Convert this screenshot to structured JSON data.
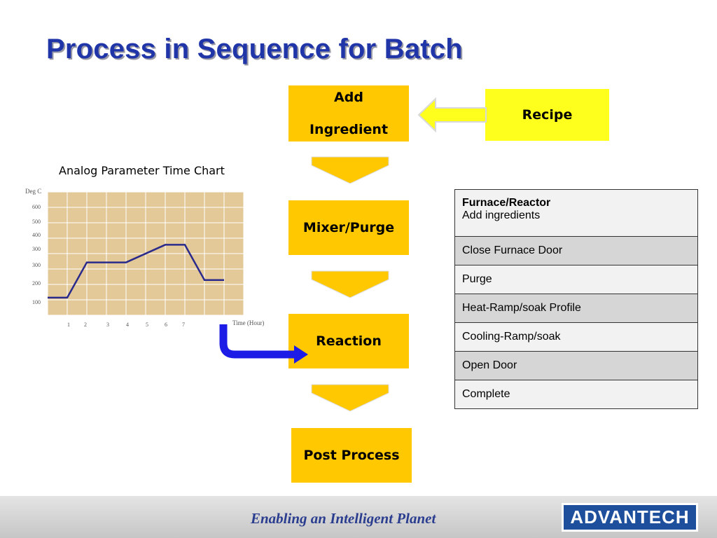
{
  "title": "Process in Sequence for Batch",
  "flow": {
    "add_line1": "Add",
    "add_line2": "Ingredient",
    "mixer": "Mixer/Purge",
    "reaction": "Reaction",
    "post": "Post Process",
    "recipe": "Recipe"
  },
  "chart_caption": "Analog Parameter Time Chart",
  "chart_data": {
    "type": "line",
    "ylabel": "Deg C",
    "xlabel": "Time (Hour)",
    "y_ticks": [
      "600",
      "500",
      "400",
      "300",
      "300",
      "200",
      "100"
    ],
    "x_ticks": [
      "1",
      "2",
      "3",
      "4",
      "5",
      "6",
      "7"
    ],
    "series": [
      {
        "points": [
          [
            0,
            100
          ],
          [
            1,
            100
          ],
          [
            2,
            300
          ],
          [
            4,
            300
          ],
          [
            6,
            400
          ],
          [
            7,
            400
          ],
          [
            8,
            200
          ],
          [
            9,
            200
          ]
        ]
      }
    ],
    "colors": {
      "line": "#2a2a8c",
      "grid_bg": "#e3c898",
      "grid_line": "#ffffff"
    }
  },
  "steps_table": {
    "header_title": "Furnace/Reactor",
    "header_sub": "Add ingredients",
    "rows": [
      "Close Furnace Door",
      "Purge",
      "Heat-Ramp/soak Profile",
      "Cooling-Ramp/soak",
      "Open Door",
      "Complete"
    ]
  },
  "footer": {
    "slogan": "Enabling an Intelligent Planet",
    "logo": "ADVANTECH"
  },
  "colors": {
    "box": "#ffc800",
    "recipe": "#ffff1e",
    "title": "#2036a8",
    "connector": "#1c1ce6"
  }
}
